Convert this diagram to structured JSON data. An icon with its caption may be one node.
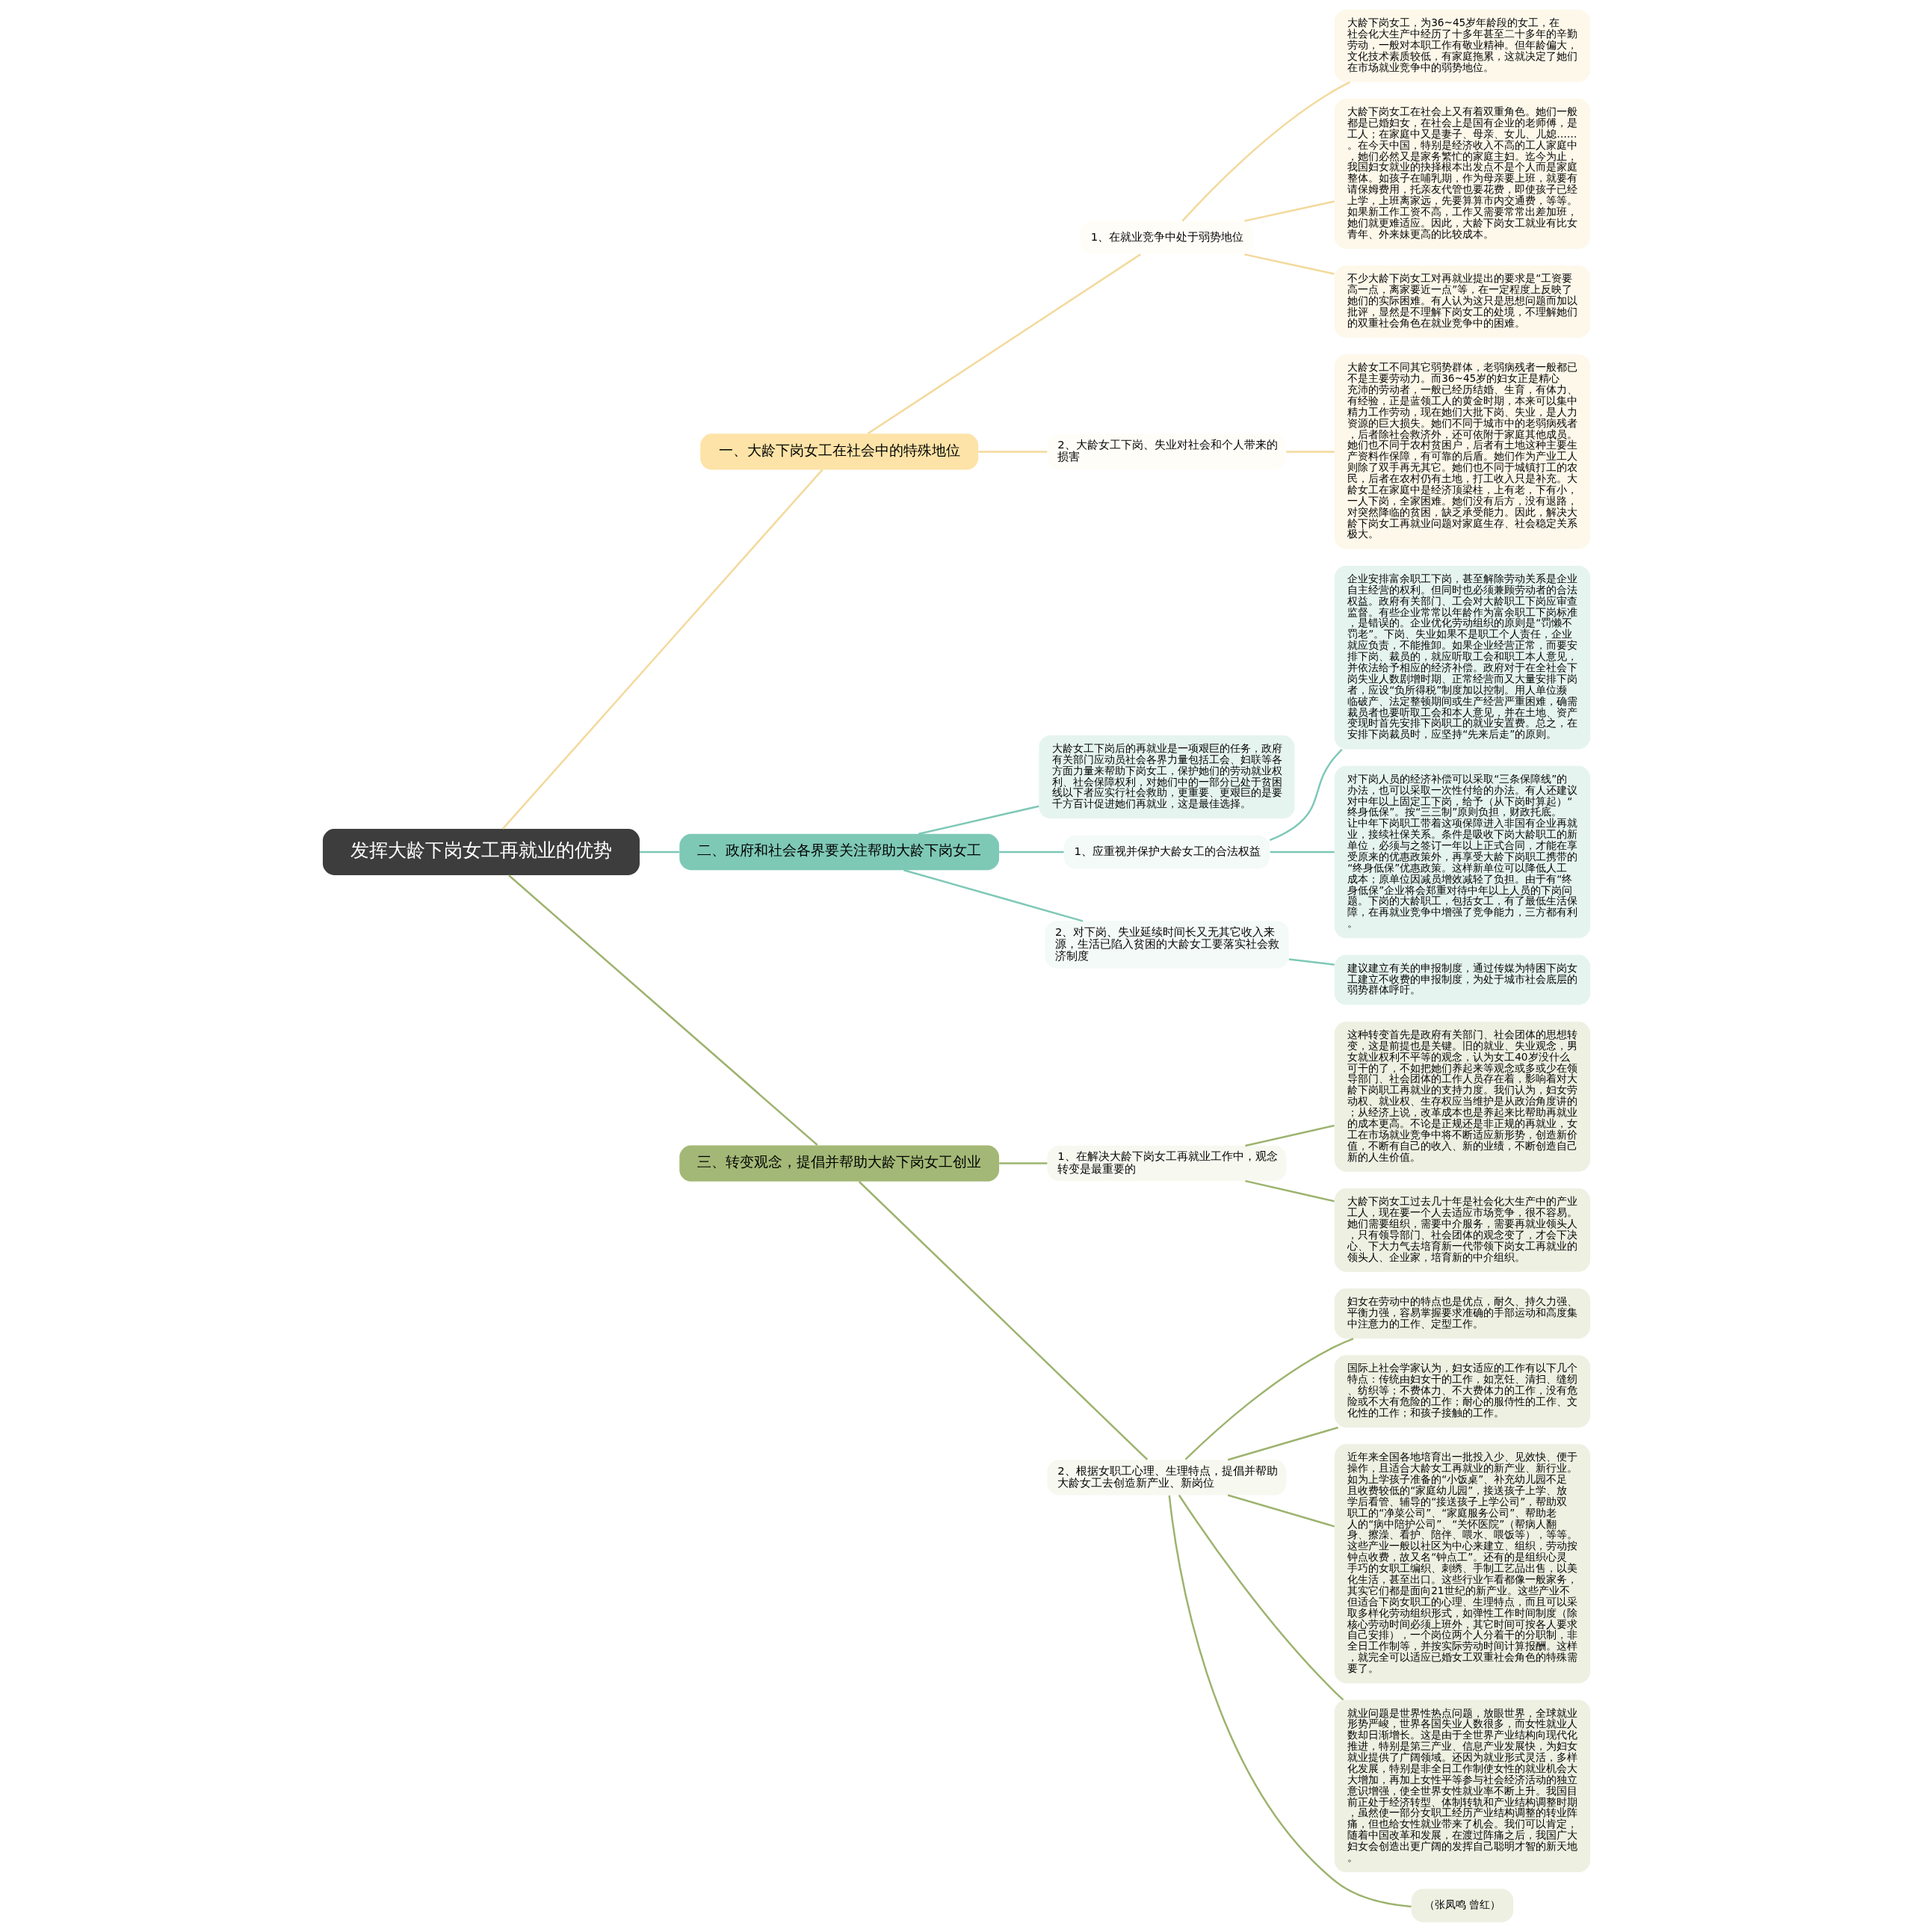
{
  "diagram": {
    "nodes": [
      {
        "text": [
          "发挥大龄下岗女工再就业的优势"
        ]
      },
      {
        "text": [
          "一、大龄下岗女工在社会中的特殊地位"
        ]
      },
      {
        "text": [
          "1、在就业竞争中处于弱势地位"
        ]
      },
      {
        "text": [
          "大龄下岗女工，为36~45岁年龄段的女工，在社会化大生产中经历了十多年甚至二十多年的辛勤劳动，一般对本职工作有敬业精神。但年龄偏大，文化技术素质较低，有家庭拖累，这就决定了她们在市场就业竞争中的弱势地位。"
        ]
      },
      {
        "text": [
          "大龄下岗女工在社会上又有着双重角色。她们一般都是已婚妇女，在社会上是国有企业的老师傅，是工人；在家庭中又是妻子、母亲、女儿、儿媳……。在今天中国，特别是经济收入不高的工人家庭中，她们必然又是家务繁忙的家庭主妇。迄今为止，我国妇女就业的抉择根本出发点不是个人而是家庭整体。如孩子在哺乳期，作为母亲要上班，就要有请保姆费用，托亲友代管也要花费，即使孩子已经上学，上班离家远，先要算算市内交通费，等等。如果新工作工资不高，工作又需要常常出差加班，她们就更难适应。因此，大龄下岗女工就业有比女青年、外来妹更高的比较成本。"
        ]
      },
      {
        "text": [
          "不少大龄下岗女工对再就业提出的要求是“工资要高一点，离家要近一点”等，在一定程度上反映了她们的实际困难。有人认为这只是思想问题而加以批评，显然是不理解下岗女工的处境，不理解她们的双重社会角色在就业竞争中的困难。"
        ]
      },
      {
        "text": [
          "2、大龄女工下岗、失业对社会和个人带来的损害"
        ]
      },
      {
        "text": [
          "大龄女工不同其它弱势群体，老弱病残者一般都已不是主要劳动力。而36~45岁的妇女正是精心充沛的劳动者，一般已经历结婚、生育，有体力、有经验，正是蓝领工人的黄金时期，本来可以集中精力工作劳动，现在她们大批下岗、失业，是人力资源的巨大损失。她们不同于城市中的老弱病残者，后者除社会救济外，还可依附于家庭其他成员。她们也不同于农村贫困户，后者有土地这种主要生产资料作保障，有可靠的后盾。她们作为产业工人则除了双手再无其它。她们也不同于城镇打工的农民，后者在农村仍有土地，打工收入只是补充。大龄女工在家庭中是经济顶梁柱，上有老，下有小，一人下岗，全家困难。她们没有后方，没有退路，对突然降临的贫困，缺乏承受能力。因此，解决大龄下岗女工再就业问题对家庭生存、社会稳定关系极大。"
        ]
      },
      {
        "text": [
          "二、政府和社会各界要关注帮助大龄下岗女工"
        ]
      },
      {
        "text": [
          "大龄女工下岗后的再就业是一项艰巨的任务，政府有关部门应动员社会各界力量包括工会、妇联等各方面力量来帮助下岗女工，保护她们的劳动就业权利、社会保障权利，对她们中的一部分已处于贫困线以下者应实行社会救助，更重要、更艰巨的是要千方百计促进她们再就业，这是最佳选择。"
        ]
      },
      {
        "text": [
          "1、应重视并保护大龄女工的合法权益"
        ]
      },
      {
        "text": [
          "企业安排富余职工下岗，甚至解除劳动关系是企业自主经营的权利。但同时也必须兼顾劳动者的合法权益。政府有关部门、工会对大龄职工下岗应审查监督。有些企业常常以年龄作为富余职工下岗标准，是错误的。企业优化劳动组织的原则是“罚懒不罚老”。下岗、失业如果不是职工个人责任，企业就应负责，不能推卸。如果企业经营正常，而要安排下岗、裁员的，就应听取工会和职工本人意见，并依法给予相应的经济补偿。政府对于在全社会下岗失业人数剧增时期、正常经营而又大量安排下岗者，应设“负所得税”制度加以控制。用人单位濒临破产、法定整顿期间或生产经营严重困难，确需裁员者也要听取工会和本人意见，并在土地、资产变现时首先安排下岗职工的就业安置费。总之，在安排下岗裁员时，应坚持“先来后走”的原则。"
        ]
      },
      {
        "text": [
          "对下岗人员的经济补偿可以采取“三条保障线”的办法，也可以采取一次性付给的办法。有人还建议对中年以上固定工下岗，给予（从下岗时算起）“终身低保”。按“三三制”原则负担，财政托底。让中年下岗职工带着这项保障进入非国有企业再就业，接续社保关系。条件是吸收下岗大龄职工的新单位，必须与之签订一年以上正式合同，才能在享受原来的优惠政策外，再享受大龄下岗职工携带的“终身低保”优惠政策。这样新单位可以降低人工成本；原单位因减员增效减轻了负担。由于有“终身低保”企业将会郑重对待中年以上人员的下岗问题。下岗的大龄职工，包括女工，有了最低生活保障，在再就业竞争中增强了竞争能力，三方都有利。"
        ]
      },
      {
        "text": [
          "2、对下岗、失业延续时间长又无其它收入来源，生活已陷入贫困的大龄女工要落实社会救济制度"
        ]
      },
      {
        "text": [
          "建议建立有关的申报制度，通过传媒为特困下岗女工建立不收费的申报制度，为处于城市社会底层的弱势群体呼吁。"
        ]
      },
      {
        "text": [
          "三、转变观念，提倡并帮助大龄下岗女工创业"
        ]
      },
      {
        "text": [
          "1、在解决大龄下岗女工再就业工作中，观念转变是最重要的"
        ]
      },
      {
        "text": [
          "这种转变首先是政府有关部门、社会团体的思想转变，这是前提也是关键。旧的就业、失业观念，男女就业权利不平等的观念，认为女工40岁没什么可干的了，不如把她们养起来等观念或多或少在领导部门、社会团体的工作人员存在着，影响着对大龄下岗职工再就业的支持力度。我们认为，妇女劳动权、就业权、生存权应当维护是从政治角度讲的；从经济上说，改革成本也是养起来比帮助再就业的成本更高。不论是正规还是非正规的再就业，女工在市场就业竞争中将不断适应新形势，创造新价值，不断有自己的收入、新的业绩，不断创造自己新的人生价值。"
        ]
      },
      {
        "text": [
          "大龄下岗女工过去几十年是社会化大生产中的产业工人，现在要一个人去适应市场竞争，很不容易。她们需要组织，需要中介服务，需要再就业领头人，只有领导部门、社会团体的观念变了，才会下决心、下大力气去培育新一代带领下岗女工再就业的领头人、企业家，培育新的中介组织。"
        ]
      },
      {
        "text": [
          "2、根据女职工心理、生理特点，提倡并帮助大龄女工去创造新产业、新岗位"
        ]
      },
      {
        "text": [
          "妇女在劳动中的特点也是优点，耐久、持久力强、平衡力强，容易掌握要求准确的手部运动和高度集中注意力的工作、定型工作。"
        ]
      },
      {
        "text": [
          "国际上社会学家认为，妇女适应的工作有以下几个特点：传统由妇女干的工作，如烹饪、清扫、缝纫、纺织等；不费体力、不大费体力的工作，没有危险或不大有危险的工作；耐心的服侍性的工作、文化性的工作；和孩子接触的工作。"
        ]
      },
      {
        "text": [
          "近年来全国各地培育出一批投入少、见效快、便于操作，且适合大龄女工再就业的新产业、新行业。如为上学孩子准备的“小饭桌”、补充幼儿园不足且收费较低的“家庭幼儿园”，接送孩子上学、放学后看管、辅导的“接送孩子上学公司”，帮助双职工的“净菜公司”、“家庭服务公司”、帮助老人的“病中陪护公司”、“关怀医院”（帮病人翻身、擦澡、看护、陪伴、喂水、喂饭等），等等。这些产业一般以社区为中心来建立、组织，劳动按钟点收费，故又名“钟点工”。还有的是组织心灵手巧的女职工编织、刺绣、手制工艺品出售，以美化生活，甚至出口。这些行业乍看都像一般家务，其实它们都是面向21世纪的新产业。这些产业不但适合下岗女职工的心理、生理特点，而且可以采取多样化劳动组织形式，如弹性工作时间制度（除核心劳动时间必须上班外，其它时间可按各人要求自己安排），一个岗位两个人分着干的分职制，非全日工作制等，并按实际劳动时间计算报酬。这样，就完全可以适应已婚女工双重社会角色的特殊需要了。"
        ]
      },
      {
        "text": [
          "就业问题是世界性热点问题，放眼世界，全球就业形势严峻，世界各国失业人数很多，而女性就业人数却日渐增长。这是由于全世界产业结构向现代化推进，特别是第三产业、信息产业发展快，为妇女就业提供了广阔领域。还因为就业形式灵活，多样化发展，特别是非全日工作制使女性的就业机会大大增加，再加上女性平等参与社会经济活动的独立意识增强，使全世界女性就业率不断上升。我国目前正处于经济转型、体制转轨和产业结构调整时期，虽然使一部分女职工经历产业结构调整的转业阵痛，但也给女性就业带来了机会。我们可以肯定，随着中国改革和发展，在渡过阵痛之后，我国广大妇女会创造出更广阔的发挥自己聪明才智的新天地。"
        ]
      },
      {
        "text": [
          "（张凤鸣 曾红）"
        ]
      }
    ],
    "edges": [
      {
        "from": 0,
        "to": 1,
        "arrow": "none",
        "color": "#f3d99b"
      },
      {
        "from": 1,
        "to": 2,
        "arrow": "none",
        "color": "#f3d99b"
      },
      {
        "from": 2,
        "to": 3,
        "arrow": "none",
        "color": "#f3d99b"
      },
      {
        "from": 2,
        "to": 4,
        "arrow": "none",
        "color": "#f3d99b"
      },
      {
        "from": 2,
        "to": 5,
        "arrow": "none",
        "color": "#f3d99b"
      },
      {
        "from": 1,
        "to": 6,
        "arrow": "none",
        "color": "#f3d99b"
      },
      {
        "from": 6,
        "to": 7,
        "arrow": "none",
        "color": "#f3d99b"
      },
      {
        "from": 0,
        "to": 8,
        "arrow": "none",
        "color": "#7ec8b6"
      },
      {
        "from": 8,
        "to": 9,
        "arrow": "none",
        "color": "#7ec8b6"
      },
      {
        "from": 8,
        "to": 10,
        "arrow": "none",
        "color": "#7ec8b6"
      },
      {
        "from": 10,
        "to": 11,
        "arrow": "none",
        "color": "#7ec8b6"
      },
      {
        "from": 10,
        "to": 12,
        "arrow": "none",
        "color": "#7ec8b6"
      },
      {
        "from": 8,
        "to": 13,
        "arrow": "none",
        "color": "#7ec8b6"
      },
      {
        "from": 13,
        "to": 14,
        "arrow": "none",
        "color": "#7ec8b6"
      },
      {
        "from": 0,
        "to": 15,
        "arrow": "none",
        "color": "#9db36e"
      },
      {
        "from": 15,
        "to": 16,
        "arrow": "none",
        "color": "#9db36e"
      },
      {
        "from": 16,
        "to": 17,
        "arrow": "none",
        "color": "#9db36e"
      },
      {
        "from": 16,
        "to": 18,
        "arrow": "none",
        "color": "#9db36e"
      },
      {
        "from": 15,
        "to": 19,
        "arrow": "none",
        "color": "#9db36e"
      },
      {
        "from": 19,
        "to": 20,
        "arrow": "none",
        "color": "#9db36e"
      },
      {
        "from": 19,
        "to": 21,
        "arrow": "none",
        "color": "#9db36e"
      },
      {
        "from": 19,
        "to": 22,
        "arrow": "none",
        "color": "#9db36e"
      },
      {
        "from": 19,
        "to": 23,
        "arrow": "none",
        "color": "#9db36e"
      },
      {
        "from": 19,
        "to": 24,
        "arrow": "none",
        "color": "#9db36e"
      }
    ]
  }
}
